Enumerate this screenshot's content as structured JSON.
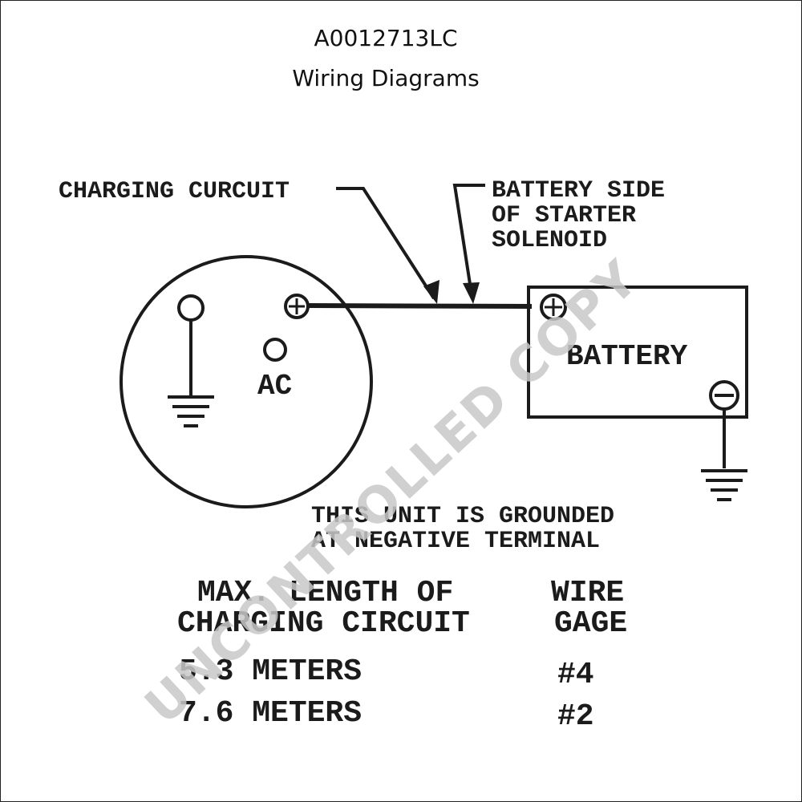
{
  "header": {
    "code": "A0012713LC",
    "title": "Wiring Diagrams"
  },
  "diagram": {
    "charging_circuit_label": "CHARGING CURCUIT",
    "solenoid_label_lines": [
      "BATTERY SIDE",
      "OF STARTER",
      "SOLENOID"
    ],
    "ac_label": "AC",
    "battery_label": "BATTERY",
    "ground_note_lines": [
      "THIS UNIT IS GROUNDED",
      "AT NEGATIVE TERMINAL"
    ]
  },
  "wire_table": {
    "headers": {
      "length_lines": [
        "MAX. LENGTH OF",
        "CHARGING CIRCUIT"
      ],
      "gage_lines": [
        "WIRE",
        "GAGE"
      ]
    },
    "rows": [
      {
        "length": "5.3 METERS",
        "gage": "#4"
      },
      {
        "length": "7.6 METERS",
        "gage": "#2"
      }
    ]
  },
  "watermark": "UNCONTROLLED COPY"
}
